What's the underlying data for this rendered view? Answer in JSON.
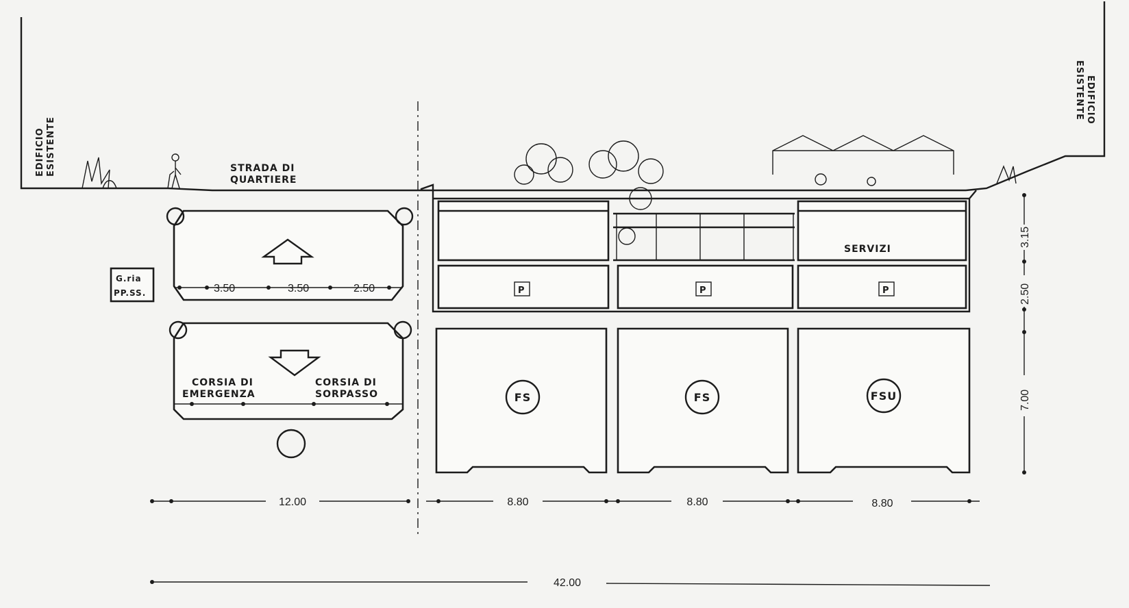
{
  "labels": {
    "left_building": [
      "EDIFICIO",
      "ESISTENTE"
    ],
    "right_building": [
      "EDIFICIO",
      "ESISTENTE"
    ],
    "road": [
      "STRADA DI",
      "QUARTIERE"
    ],
    "police": [
      "G.ria",
      "PP.SS."
    ],
    "services": "SERVIZI",
    "lane_emergency": [
      "CORSIA DI",
      "EMERGENZA"
    ],
    "lane_overtaking": [
      "CORSIA DI",
      "SORPASSO"
    ],
    "parking_symbol": "P",
    "rail_tunnels": [
      "FS",
      "FS",
      "FSU"
    ]
  },
  "dimensions": {
    "lane_widths": [
      "3.50",
      "3.50",
      "2.50"
    ],
    "road_tunnel_width": "12.00",
    "rail_tunnel_widths": [
      "8.80",
      "8.80",
      "8.80"
    ],
    "total_width": "42.00",
    "vertical": [
      "3.15",
      "2.50",
      "7.00"
    ]
  },
  "colors": {
    "ink": "#1c1c1c",
    "paper": "#f4f4f2"
  }
}
